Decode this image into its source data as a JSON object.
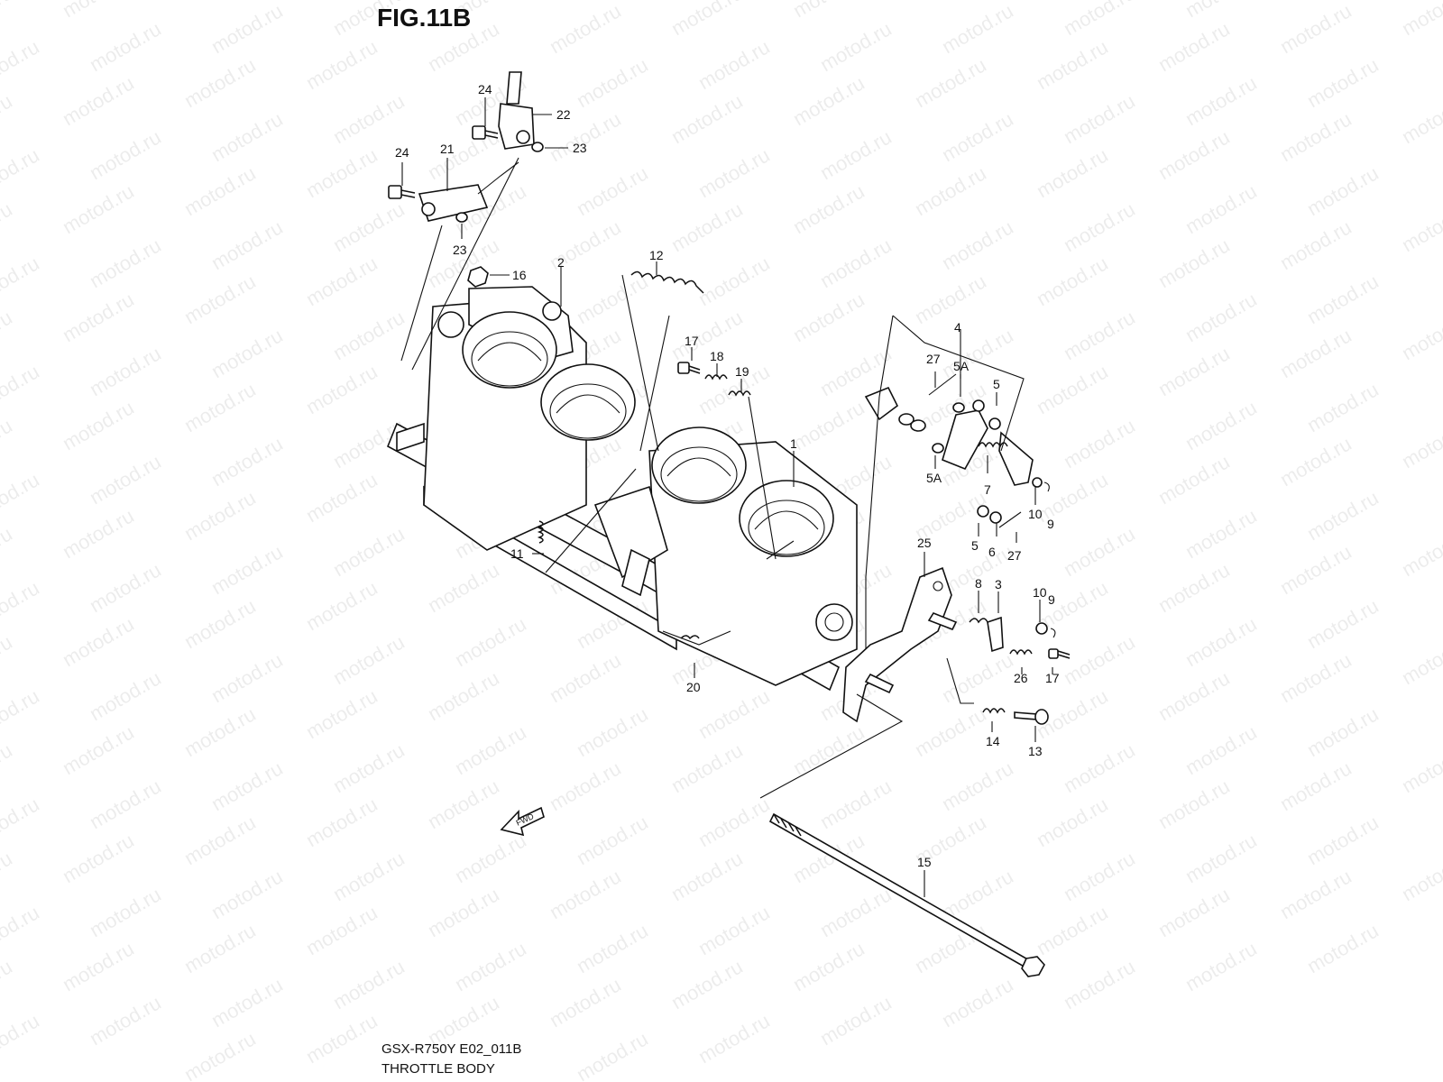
{
  "figure": {
    "title": "FIG.11B",
    "model_code": "GSX-R750Y E02_011B",
    "caption": "THROTTLE BODY",
    "watermark": "motod.ru",
    "direction_label": "FWD"
  },
  "callouts": [
    "24",
    "22",
    "23",
    "24",
    "21",
    "23",
    "16",
    "2",
    "12",
    "4",
    "27",
    "5A",
    "5",
    "17",
    "18",
    "19",
    "1",
    "5A",
    "7",
    "10",
    "9",
    "6",
    "27",
    "5",
    "11",
    "25",
    "8",
    "3",
    "10",
    "9",
    "26",
    "17",
    "20",
    "14",
    "13",
    "15"
  ]
}
